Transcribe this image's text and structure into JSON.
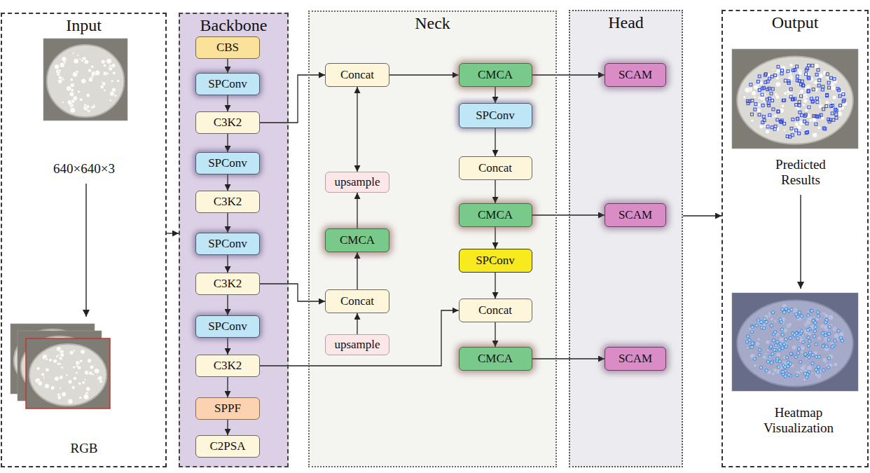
{
  "diagram": {
    "nodes": [
      {
        "text": [
          "Input"
        ]
      },
      {
        "text": [
          "Backbone"
        ]
      },
      {
        "text": [
          "CBS"
        ],
        "in": 1
      },
      {
        "text": [
          "SPConv"
        ],
        "in": 1
      },
      {
        "text": [
          "C3K2"
        ],
        "in": 1
      },
      {
        "text": [
          "SPConv"
        ],
        "in": 1
      },
      {
        "text": [
          "C3K2"
        ],
        "in": 1
      },
      {
        "text": [
          "SPConv"
        ],
        "in": 1
      },
      {
        "text": [
          "C3K2"
        ],
        "in": 1
      },
      {
        "text": [
          "SPConv"
        ],
        "in": 1
      },
      {
        "text": [
          "C3K2"
        ],
        "in": 1
      },
      {
        "text": [
          "SPPF"
        ],
        "in": 1
      },
      {
        "text": [
          "C2PSA"
        ],
        "in": 1
      },
      {
        "text": [
          "Neck"
        ]
      },
      {
        "text": [
          "Concat"
        ],
        "in": 13
      },
      {
        "text": [
          "CMCA"
        ],
        "in": 13
      },
      {
        "text": [
          "SPConv"
        ],
        "in": 13
      },
      {
        "text": [
          "Concat"
        ],
        "in": 13
      },
      {
        "text": [
          "upsample"
        ],
        "in": 13
      },
      {
        "text": [
          "CMCA"
        ],
        "in": 13
      },
      {
        "text": [
          "CMCA"
        ],
        "in": 13
      },
      {
        "text": [
          "SPConv"
        ],
        "in": 13
      },
      {
        "text": [
          "Concat"
        ],
        "in": 13
      },
      {
        "text": [
          "Concat"
        ],
        "in": 13
      },
      {
        "text": [
          "upsample"
        ],
        "in": 13
      },
      {
        "text": [
          "CMCA"
        ],
        "in": 13
      },
      {
        "text": [
          "Head"
        ]
      },
      {
        "text": [
          "SCAM"
        ],
        "in": 26
      },
      {
        "text": [
          "SCAM"
        ],
        "in": 26
      },
      {
        "text": [
          "SCAM"
        ],
        "in": 26
      },
      {
        "text": [
          "Output"
        ]
      }
    ],
    "edges": [
      {
        "from": 0,
        "to": 1,
        "arrow": "to"
      },
      {
        "from": 2,
        "to": 3,
        "arrow": "to"
      },
      {
        "from": 3,
        "to": 4,
        "arrow": "to"
      },
      {
        "from": 4,
        "to": 5,
        "arrow": "to"
      },
      {
        "from": 5,
        "to": 6,
        "arrow": "to"
      },
      {
        "from": 6,
        "to": 7,
        "arrow": "to"
      },
      {
        "from": 7,
        "to": 8,
        "arrow": "to"
      },
      {
        "from": 8,
        "to": 9,
        "arrow": "to"
      },
      {
        "from": 9,
        "to": 10,
        "arrow": "to"
      },
      {
        "from": 10,
        "to": 11,
        "arrow": "to"
      },
      {
        "from": 11,
        "to": 12,
        "arrow": "to"
      },
      {
        "from": 4,
        "to": 14,
        "arrow": "to"
      },
      {
        "from": 8,
        "to": 22,
        "arrow": "to"
      },
      {
        "from": 10,
        "to": 23,
        "arrow": "to"
      },
      {
        "from": 24,
        "to": 22,
        "arrow": "to"
      },
      {
        "from": 22,
        "to": 20,
        "arrow": "to"
      },
      {
        "from": 20,
        "to": 18,
        "arrow": "to"
      },
      {
        "from": 18,
        "to": 14,
        "arrow": "both"
      },
      {
        "from": 14,
        "to": 15,
        "arrow": "to"
      },
      {
        "from": 15,
        "to": 16,
        "arrow": "to"
      },
      {
        "from": 16,
        "to": 17,
        "arrow": "to"
      },
      {
        "from": 17,
        "to": 19,
        "arrow": "to"
      },
      {
        "from": 19,
        "to": 21,
        "arrow": "to"
      },
      {
        "from": 21,
        "to": 23,
        "arrow": "to"
      },
      {
        "from": 23,
        "to": 25,
        "arrow": "to"
      },
      {
        "from": 15,
        "to": 27,
        "arrow": "to"
      },
      {
        "from": 19,
        "to": 28,
        "arrow": "to"
      },
      {
        "from": 25,
        "to": 29,
        "arrow": "to"
      },
      {
        "from": 26,
        "to": 30,
        "arrow": "to"
      }
    ],
    "labels": [
      "640×640×3",
      "RGB",
      "Predicted Results",
      "Heatmap Visualization"
    ]
  }
}
